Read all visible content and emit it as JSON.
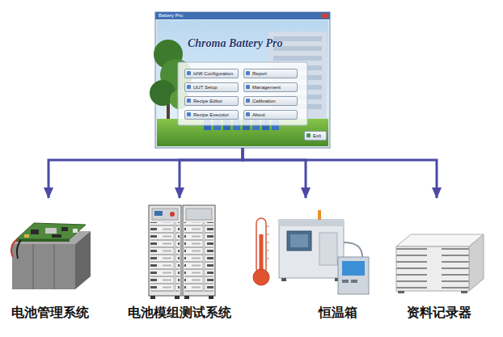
{
  "diagram": {
    "nodes": [
      {
        "text": [
          "Chroma Battery Pro"
        ]
      },
      {
        "text": [
          "H/W Configuration"
        ],
        "in": 0
      },
      {
        "text": [
          "Report"
        ],
        "in": 0
      },
      {
        "text": [
          "UUT Setup"
        ],
        "in": 0
      },
      {
        "text": [
          "Management"
        ],
        "in": 0
      },
      {
        "text": [
          "Recipe Editor"
        ],
        "in": 0
      },
      {
        "text": [
          "Calibration"
        ],
        "in": 0
      },
      {
        "text": [
          "Recipe Executor"
        ],
        "in": 0
      },
      {
        "text": [
          "About"
        ],
        "in": 0
      },
      {
        "text": [
          "Exit"
        ],
        "in": 0
      },
      {
        "text": [
          "电池管理系统"
        ]
      },
      {
        "text": [
          "电池模组测试系统"
        ]
      },
      {
        "text": [
          "恒温箱"
        ]
      },
      {
        "text": [
          "资料记录器"
        ]
      }
    ],
    "edges": [
      {
        "from": 0,
        "to": 10,
        "arrow": "to"
      },
      {
        "from": 0,
        "to": 11,
        "arrow": "to"
      },
      {
        "from": 0,
        "to": 12,
        "arrow": "to"
      },
      {
        "from": 0,
        "to": 13,
        "arrow": "to"
      }
    ],
    "labels": [
      "Battery Pro"
    ]
  }
}
